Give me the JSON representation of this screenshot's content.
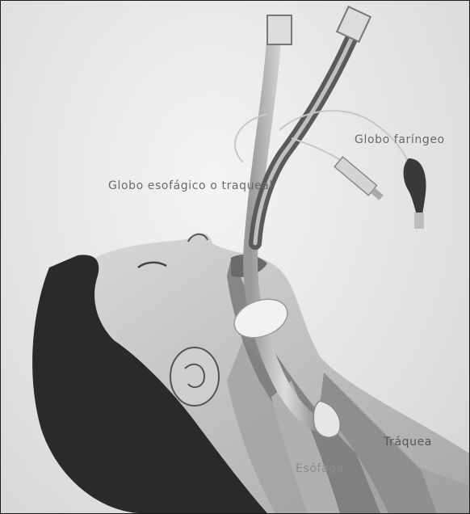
{
  "labels": {
    "pharyngeal_balloon": "Globo faríngeo",
    "esophageal_tracheal_balloon": "Globo esofágico o traqueal",
    "trachea": "Tráquea",
    "esophagus": "Esófago"
  },
  "colors": {
    "background": "#e6e6e6",
    "skin": "#c8c8c8",
    "hair": "#2a2a2a",
    "tube": "#b5b5b5",
    "label": "#6a6a6a"
  },
  "icons": [
    "syringe-icon",
    "bulb-icon",
    "balloon-icon"
  ]
}
